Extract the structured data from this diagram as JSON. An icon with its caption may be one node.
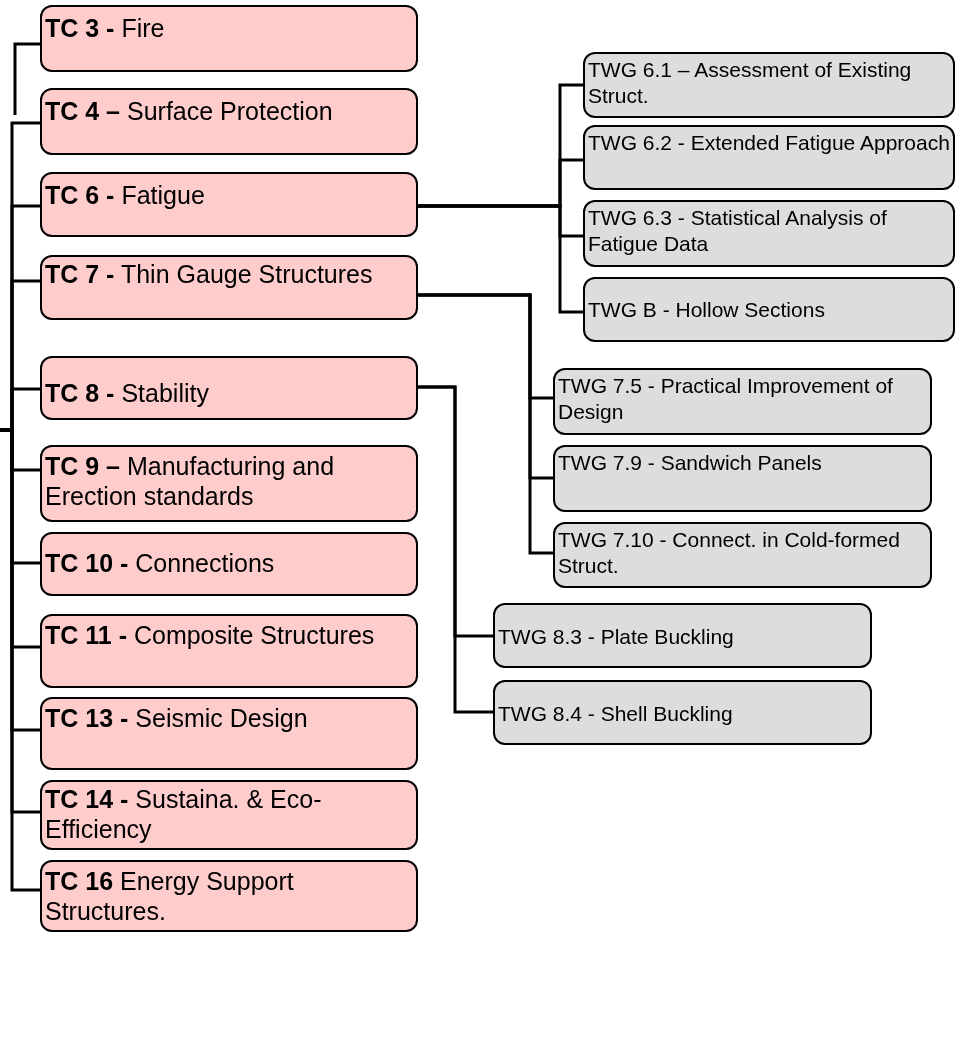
{
  "diagram": {
    "nodes": [
      {
        "text": [
          "**TC 3 -** Fire"
        ]
      },
      {
        "text": [
          "**TC 4 –** Surface Protection"
        ]
      },
      {
        "text": [
          "**TC 6 -** Fatigue"
        ]
      },
      {
        "text": [
          "**TC 7 -** Thin Gauge Structures"
        ]
      },
      {
        "text": [
          "**TC 8 -** Stability"
        ]
      },
      {
        "text": [
          "**TC 9 –** Manufacturing and Erection standards"
        ]
      },
      {
        "text": [
          "**TC 10 -** Connections"
        ]
      },
      {
        "text": [
          "**TC 11 -**  Composite Structures"
        ]
      },
      {
        "text": [
          "**TC 13 -** Seismic Design"
        ]
      },
      {
        "text": [
          "**TC 14 -** Sustaina. & Eco-Efficiency"
        ]
      },
      {
        "text": [
          "**TC 16** Energy Support Structures."
        ]
      },
      {
        "text": [
          "TWG 6.1 – Assessment of Existing Struct."
        ]
      },
      {
        "text": [
          "TWG 6.2 - Extended Fatigue Approach"
        ]
      },
      {
        "text": [
          "TWG 6.3 - Statistical Analysis of Fatigue Data"
        ]
      },
      {
        "text": [
          "TWG B - Hollow Sections"
        ]
      },
      {
        "text": [
          "TWG 7.5 - Practical Improvement of Design"
        ]
      },
      {
        "text": [
          "TWG 7.9 - Sandwich Panels"
        ]
      },
      {
        "text": [
          "TWG 7.10 - Connect. in Cold-formed Struct."
        ]
      },
      {
        "text": [
          "TWG 8.3 - Plate Buckling"
        ]
      },
      {
        "text": [
          "TWG 8.4 - Shell Buckling"
        ]
      }
    ],
    "edges": [
      {
        "from": null,
        "to": 0,
        "arrow": "none"
      },
      {
        "from": null,
        "to": 1,
        "arrow": "none"
      },
      {
        "from": null,
        "to": 2,
        "arrow": "none"
      },
      {
        "from": null,
        "to": 3,
        "arrow": "none"
      },
      {
        "from": null,
        "to": 4,
        "arrow": "none"
      },
      {
        "from": null,
        "to": 5,
        "arrow": "none"
      },
      {
        "from": null,
        "to": 6,
        "arrow": "none"
      },
      {
        "from": null,
        "to": 7,
        "arrow": "none"
      },
      {
        "from": null,
        "to": 8,
        "arrow": "none"
      },
      {
        "from": null,
        "to": 9,
        "arrow": "none"
      },
      {
        "from": null,
        "to": 10,
        "arrow": "none"
      },
      {
        "from": 2,
        "to": 11,
        "arrow": "none"
      },
      {
        "from": 2,
        "to": 12,
        "arrow": "none"
      },
      {
        "from": 2,
        "to": 13,
        "arrow": "none"
      },
      {
        "from": 2,
        "to": 14,
        "arrow": "none"
      },
      {
        "from": 3,
        "to": 15,
        "arrow": "none"
      },
      {
        "from": 3,
        "to": 16,
        "arrow": "none"
      },
      {
        "from": 3,
        "to": 17,
        "arrow": "none"
      },
      {
        "from": 4,
        "to": 18,
        "arrow": "none"
      },
      {
        "from": 4,
        "to": 19,
        "arrow": "none"
      }
    ]
  }
}
